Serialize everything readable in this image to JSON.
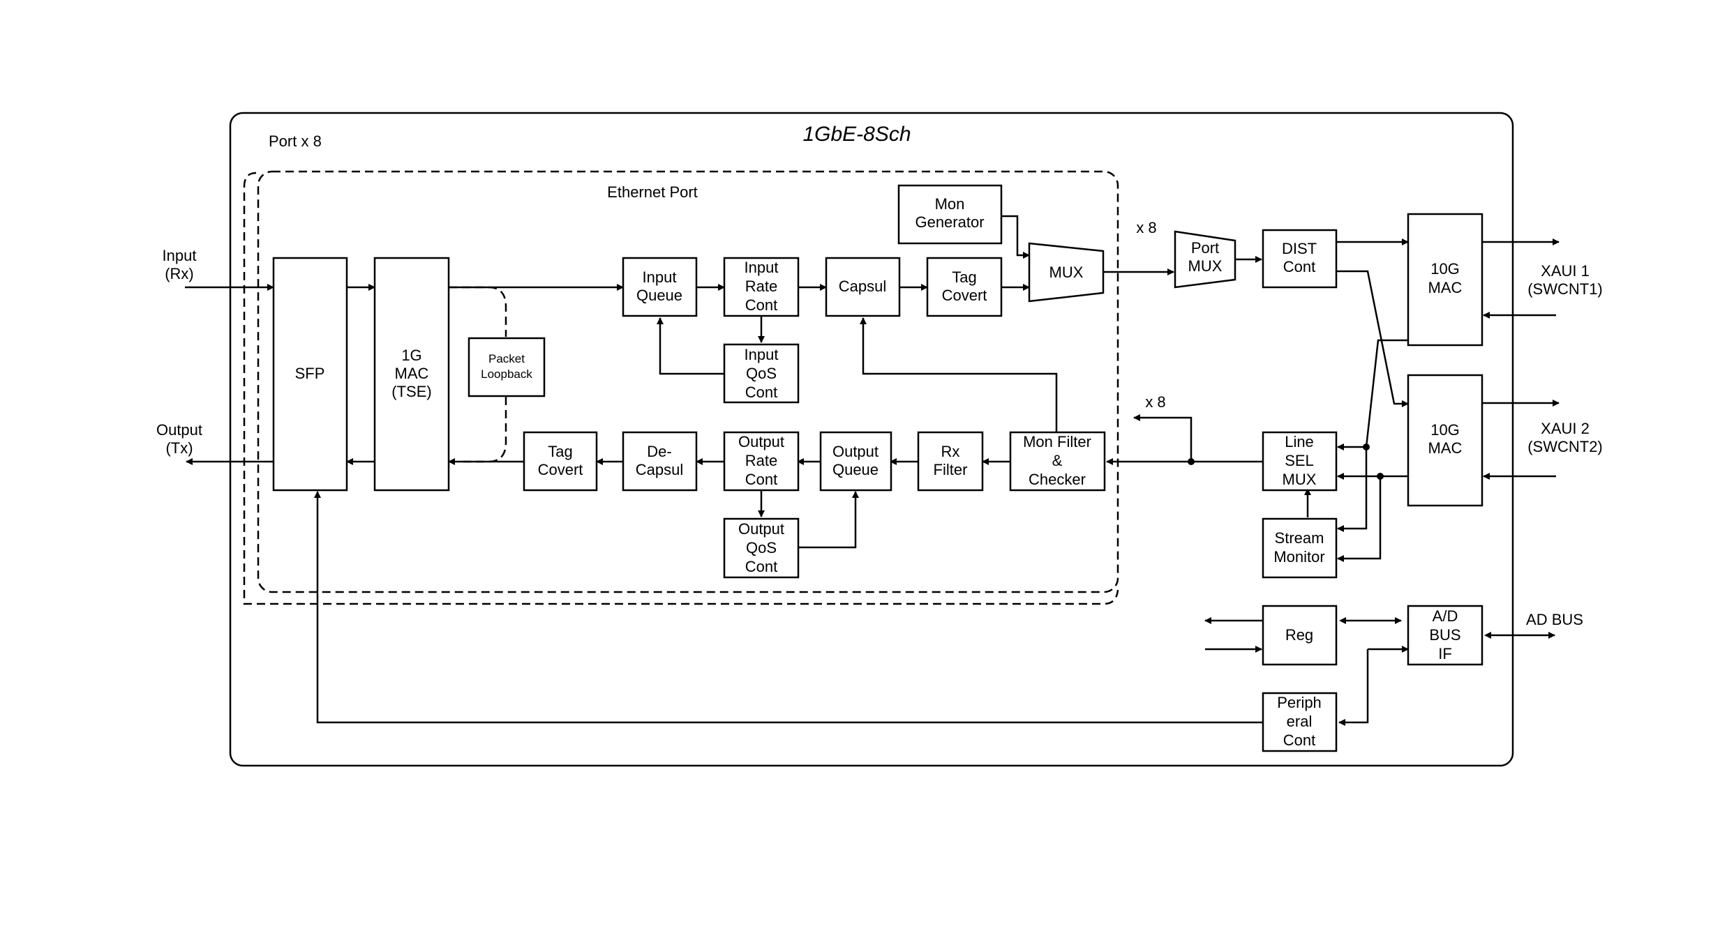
{
  "title": "1GbE-8Sch",
  "labels": {
    "port_x8": "Port x 8",
    "ethernet_port": "Ethernet Port",
    "x8_top": "x 8",
    "x8_bottom": "x 8",
    "input": [
      "Input",
      "(Rx)"
    ],
    "output": [
      "Output",
      "(Tx)"
    ],
    "xaui1": [
      "XAUI 1",
      "(SWCNT1)"
    ],
    "xaui2": [
      "XAUI 2",
      "(SWCNT2)"
    ],
    "ad_bus": "AD BUS"
  },
  "blocks": {
    "sfp": [
      "SFP"
    ],
    "mac1g": [
      "1G",
      "MAC",
      "(TSE)"
    ],
    "packet_loopback": [
      "Packet",
      "Loopback"
    ],
    "input_queue": [
      "Input",
      "Queue"
    ],
    "input_rate_cont": [
      "Input",
      "Rate",
      "Cont"
    ],
    "input_qos_cont": [
      "Input",
      "QoS",
      "Cont"
    ],
    "capsul": [
      "Capsul"
    ],
    "tag_covert_top": [
      "Tag",
      "Covert"
    ],
    "mon_generator": [
      "Mon",
      "Generator"
    ],
    "mux": [
      "MUX"
    ],
    "port_mux": [
      "Port",
      "MUX"
    ],
    "dist_cont": [
      "DIST",
      "Cont"
    ],
    "mac10g_1": [
      "10G",
      "MAC"
    ],
    "mac10g_2": [
      "10G",
      "MAC"
    ],
    "tag_covert_bottom": [
      "Tag",
      "Covert"
    ],
    "de_capsul": [
      "De-",
      "Capsul"
    ],
    "output_rate_cont": [
      "Output",
      "Rate",
      "Cont"
    ],
    "output_queue": [
      "Output",
      "Queue"
    ],
    "output_qos_cont": [
      "Output",
      "QoS",
      "Cont"
    ],
    "rx_filter": [
      "Rx",
      "Filter"
    ],
    "mon_filter": [
      "Mon Filter",
      "&",
      "Checker"
    ],
    "line_sel_mux": [
      "Line",
      "SEL",
      "MUX"
    ],
    "stream_monitor": [
      "Stream",
      "Monitor"
    ],
    "reg": [
      "Reg"
    ],
    "ad_bus_if": [
      "A/D",
      "BUS",
      "IF"
    ],
    "peripheral_cont": [
      "Periph",
      "eral",
      "Cont"
    ]
  }
}
